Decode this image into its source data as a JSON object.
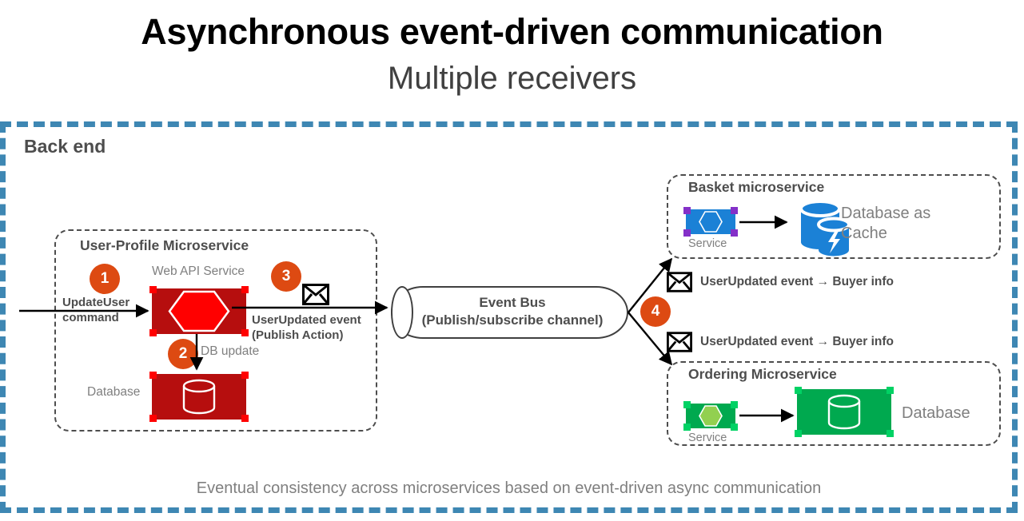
{
  "title": {
    "main": "Asynchronous event-driven communication",
    "sub": "Multiple receivers"
  },
  "backend": {
    "label": "Back end",
    "border_color": "#3e87b3",
    "footer_caption": "Eventual consistency across microservices based on event-driven async communication"
  },
  "user_profile_microservice": {
    "title": "User-Profile Microservice",
    "web_api_label": "Web API Service",
    "database_label": "Database",
    "incoming_command": "UpdateUser\ncommand",
    "incoming_command_line1": "UpdateUser",
    "incoming_command_line2": "command",
    "publish_label_line1": "UserUpdated event",
    "publish_label_line2": "(Publish Action)",
    "db_update_label": "DB update",
    "box_color": "#b60e0e",
    "hex_color": "#ff0000"
  },
  "badges": {
    "one": "1",
    "two": "2",
    "three": "3",
    "four": "4",
    "color": "#dd4a12"
  },
  "event_bus": {
    "title": "Event Bus",
    "subtitle": "(Publish/subscribe channel)"
  },
  "subscriptions": [
    {
      "text": "UserUpdated event → Buyer info",
      "icon": "envelope-icon"
    },
    {
      "text": "UserUpdated event → Buyer info",
      "icon": "envelope-icon"
    }
  ],
  "basket_microservice": {
    "title": "Basket microservice",
    "service_label": "Service",
    "database_label_line1": "Database as",
    "database_label_line2": "Cache",
    "service_color": "#1b81d6",
    "handle_color": "#8430c8",
    "database_color": "#1b81d6"
  },
  "ordering_microservice": {
    "title": "Ordering Microservice",
    "service_label": "Service",
    "database_label": "Database",
    "service_color": "#00a94f",
    "hex_color": "#92d050",
    "database_color": "#00a94f"
  }
}
